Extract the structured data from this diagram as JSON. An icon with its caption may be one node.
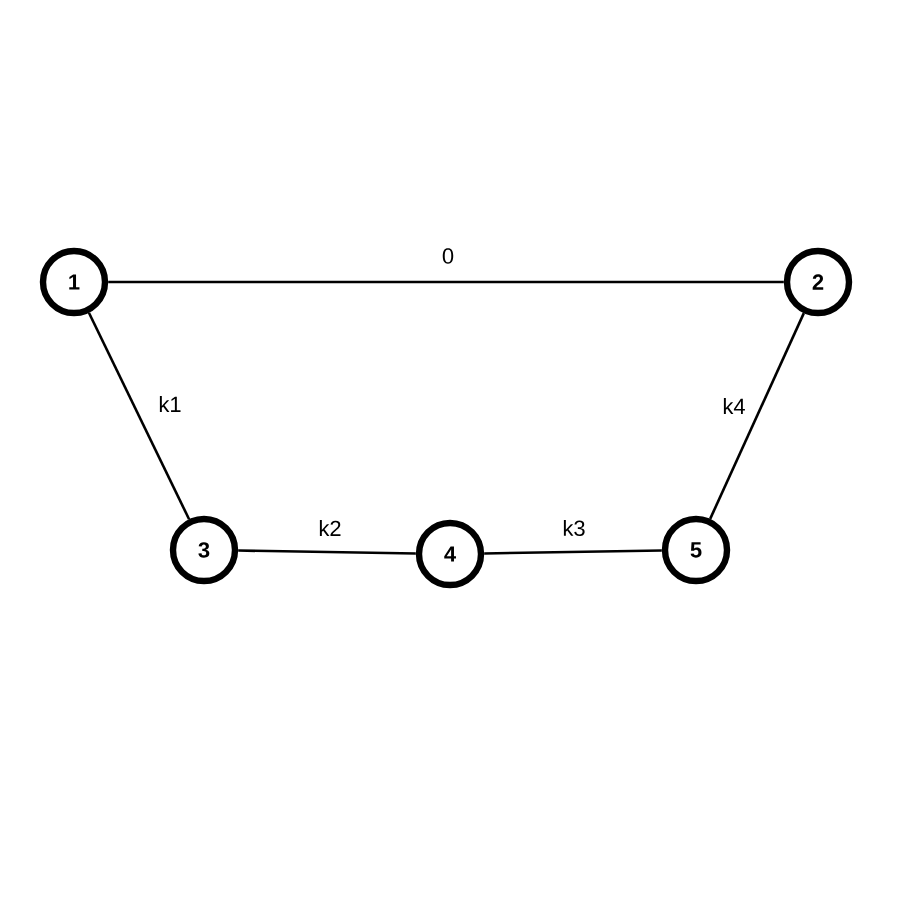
{
  "diagram": {
    "nodes": [
      {
        "text": [
          "1"
        ]
      },
      {
        "text": [
          "2"
        ]
      },
      {
        "text": [
          "3"
        ]
      },
      {
        "text": [
          "4"
        ]
      },
      {
        "text": [
          "5"
        ]
      }
    ],
    "edges": [
      {
        "from": 0,
        "to": 1,
        "arrow": "none",
        "label": "0"
      },
      {
        "from": 0,
        "to": 2,
        "arrow": "none",
        "label": "k1"
      },
      {
        "from": 2,
        "to": 3,
        "arrow": "none",
        "label": "k2"
      },
      {
        "from": 3,
        "to": 4,
        "arrow": "none",
        "label": "k3"
      },
      {
        "from": 1,
        "to": 4,
        "arrow": "none",
        "label": "k4"
      }
    ]
  }
}
